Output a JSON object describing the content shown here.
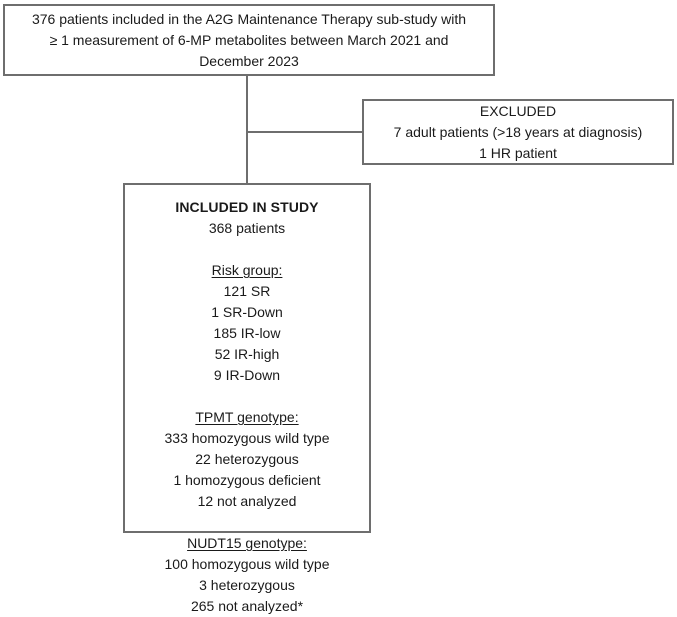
{
  "diagram": {
    "type": "flowchart",
    "title": "Patient inclusion flow diagram",
    "accent_border_color": "#6e6e6e",
    "background_color": "#ffffff",
    "text_color": "#1a1a1a",
    "enrolled_box": {
      "text": "376 patients included in the A2G Maintenance Therapy sub-study with ≥ 1 measurement of 6-MP metabolites between March 2021 and December 2023",
      "line1": "376 patients included in the A2G Maintenance Therapy sub-study with",
      "line2": "≥ 1 measurement of 6-MP metabolites between March 2021 and",
      "line3": "December 2023",
      "count": "376"
    },
    "excluded_box": {
      "heading": "EXCLUDED",
      "line1": "7 adult patients (>18 years at diagnosis)",
      "line2": "1 HR patient"
    },
    "included_box": {
      "heading": "INCLUDED IN STUDY",
      "subheading": "368 patients",
      "sections": [
        {
          "title": "Risk group:",
          "items": [
            "121 SR",
            "1 SR-Down",
            "185 IR-low",
            "52 IR-high",
            "9 IR-Down"
          ]
        },
        {
          "title": "TPMT genotype:",
          "items": [
            "333 homozygous wild type",
            "22 heterozygous",
            "1 homozygous deficient",
            "12 not analyzed"
          ]
        },
        {
          "title": "NUDT15 genotype:",
          "items": [
            "100 homozygous wild type",
            "3 heterozygous",
            "265 not analyzed*"
          ]
        }
      ]
    }
  }
}
